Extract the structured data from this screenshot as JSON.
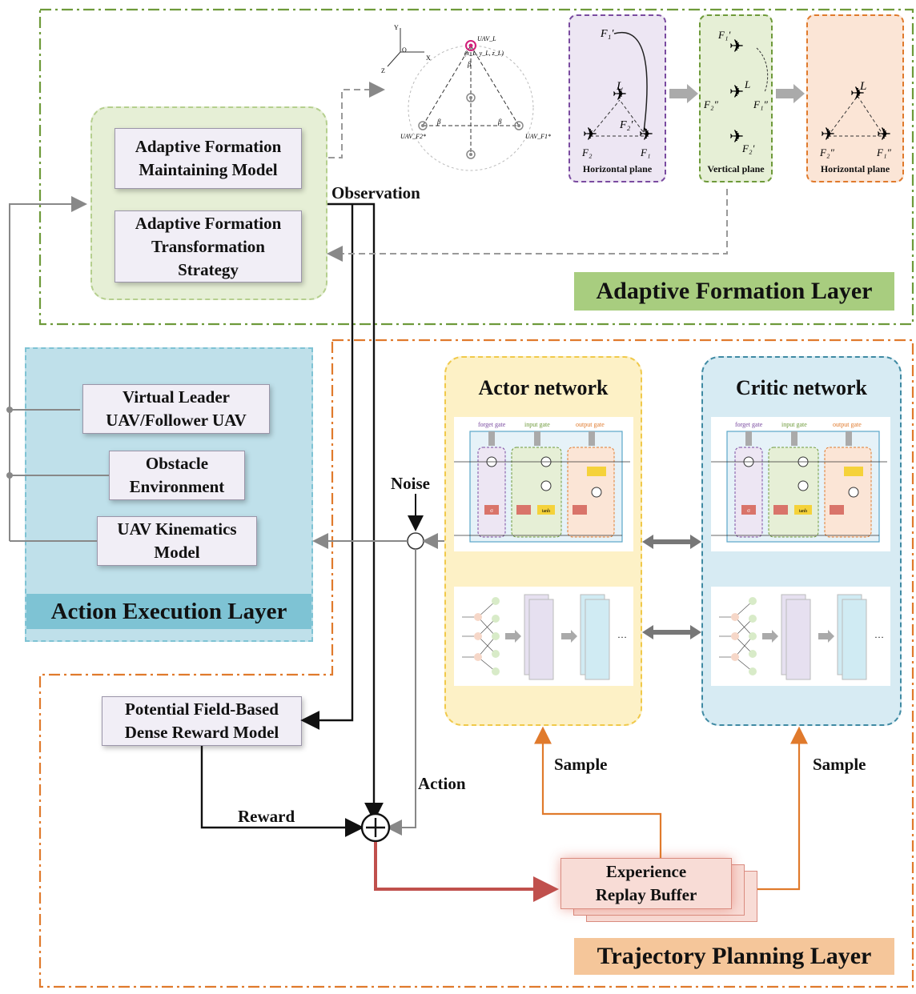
{
  "layers": {
    "formation": {
      "title": "Adaptive Formation Layer",
      "maintain_model": [
        "Adaptive Formation",
        "Maintaining Model"
      ],
      "transform_strategy": [
        "Adaptive Formation",
        "Transformation",
        "Strategy"
      ]
    },
    "execution": {
      "title": "Action Execution Layer",
      "virtual_leader": [
        "Virtual Leader",
        "UAV/Follower UAV"
      ],
      "obstacle": [
        "Obstacle",
        "Environment"
      ],
      "kinematics": [
        "UAV Kinematics",
        "Model"
      ]
    },
    "planning": {
      "title": "Trajectory Planning Layer",
      "reward_model": [
        "Potential Field-Based",
        "Dense Reward Model"
      ],
      "replay_buffer": [
        "Experience",
        "Replay Buffer"
      ],
      "actor": "Actor network",
      "critic": "Critic network"
    }
  },
  "flow_labels": {
    "observation": "Observation",
    "noise": "Noise",
    "action": "Action",
    "reward": "Reward",
    "sample_actor": "Sample",
    "sample_critic": "Sample"
  },
  "formation_panels": {
    "horizontal1": "Horizontal plane",
    "vertical": "Vertical plane",
    "horizontal2": "Horizontal plane"
  },
  "lstm_gates": {
    "forget": "forget gate",
    "input": "input gate",
    "output": "output gate",
    "tanh": "tanh",
    "sigma": "σ"
  },
  "geometry_diagram": {
    "uav_l": "UAV_L",
    "l_coords": "(x_L, y_L, z_L)",
    "f1_label": "UAV_F1*",
    "f2_label": "UAV_F2*",
    "beta": "β"
  },
  "colors": {
    "formation_border": "#6e9a3a",
    "planning_border": "#e07a2c",
    "execution_fill": "#bfe0ea",
    "execution_title_fill": "#7ec3d4",
    "formation_title_fill": "#a8cd7f",
    "planning_title_fill": "#f5c69a",
    "actor_fill": "#fdf1c6",
    "critic_fill": "#d7ebf3",
    "buffer_fill": "#f8dcd6",
    "arrow_red": "#c0504d",
    "arrow_orange": "#e07a2c"
  }
}
